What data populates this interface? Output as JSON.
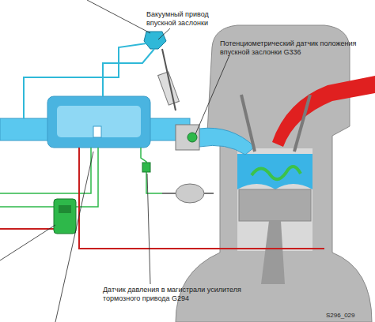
{
  "diagram": {
    "labels": [
      "Вакуумный привод впускной заслонки",
      "Потенциометрический датчик положения впускной заслонки G336",
      "Датчик давления в магистрали усилителя тормозного привода G294",
      "S296_029"
    ]
  }
}
